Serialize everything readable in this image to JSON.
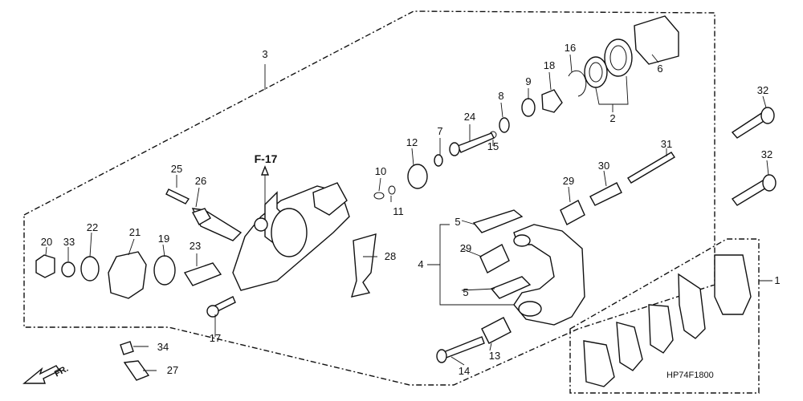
{
  "diagram": {
    "reference": "F-17",
    "direction_label": "FR.",
    "code": "HP74F1800",
    "callouts": [
      "1",
      "2",
      "3",
      "4",
      "5",
      "5",
      "6",
      "7",
      "8",
      "9",
      "10",
      "11",
      "12",
      "13",
      "14",
      "15",
      "16",
      "17",
      "18",
      "19",
      "20",
      "21",
      "22",
      "23",
      "24",
      "25",
      "26",
      "27",
      "28",
      "29",
      "29",
      "30",
      "31",
      "32",
      "32",
      "33",
      "34"
    ]
  }
}
